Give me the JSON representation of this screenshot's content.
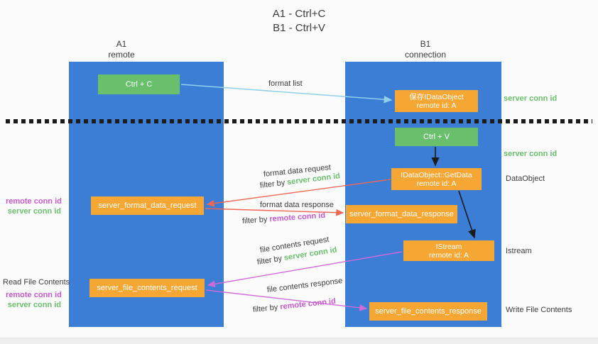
{
  "title": {
    "line1": "A1 - Ctrl+C",
    "line2": "B1 - Ctrl+V"
  },
  "lanes": {
    "left": {
      "title": "A1",
      "subtitle": "remote"
    },
    "right": {
      "title": "B1",
      "subtitle": "connection"
    }
  },
  "nodes": {
    "ctrl_c": {
      "label": "Ctrl + C"
    },
    "ctrl_v": {
      "label": "Ctrl + V"
    },
    "save_dataobject": {
      "line1": "保存IDataObject",
      "line2": "remote id: A"
    },
    "getdata": {
      "line1": "IDataObject::GetData",
      "line2": "remote id: A"
    },
    "istream": {
      "line1": "IStream",
      "line2": "remote id: A"
    },
    "format_request": {
      "label": "server_format_data_request"
    },
    "format_response": {
      "label": "server_format_data_response"
    },
    "file_request": {
      "label": "server_file_contents_request"
    },
    "file_response": {
      "label": "server_file_contents_response"
    }
  },
  "side_labels": {
    "server_conn_id_top": "server conn id",
    "server_conn_id_mid": "server conn id",
    "dataobject": "DataObject",
    "istream": "Istream",
    "write_file_contents": "Write File Contents",
    "read_file_contents": "Read File Contents",
    "left_remote_conn_id_1": "remote conn id",
    "left_server_conn_id_1": "server conn id",
    "left_remote_conn_id_2": "remote conn id",
    "left_server_conn_id_2": "server conn id"
  },
  "arrow_labels": {
    "format_list": "format list",
    "format_data_request": "format data request",
    "filter_by_1": "filter by ",
    "filter_server_1": "server conn id",
    "format_data_response": "format data response",
    "filter_by_2": "filter by ",
    "filter_remote_2": "remote conn id",
    "file_contents_request": "file contents request",
    "filter_by_3": "filter by ",
    "filter_server_3": "server conn id",
    "file_contents_response": "file contents response",
    "filter_by_4": "filter by ",
    "filter_remote_4": "remote conn id"
  },
  "colors": {
    "lane_blue": "#3c7dd6",
    "box_green": "#69bf6c",
    "box_orange": "#f6a632",
    "arrow_blue": "#8fd0ea",
    "arrow_red": "#ef6855",
    "arrow_magenta": "#cf6bd6",
    "arrow_black": "#1c1c1c",
    "text_green": "#69bf6c",
    "text_magenta": "#c55ace",
    "text_dark": "#3c3c3c"
  }
}
